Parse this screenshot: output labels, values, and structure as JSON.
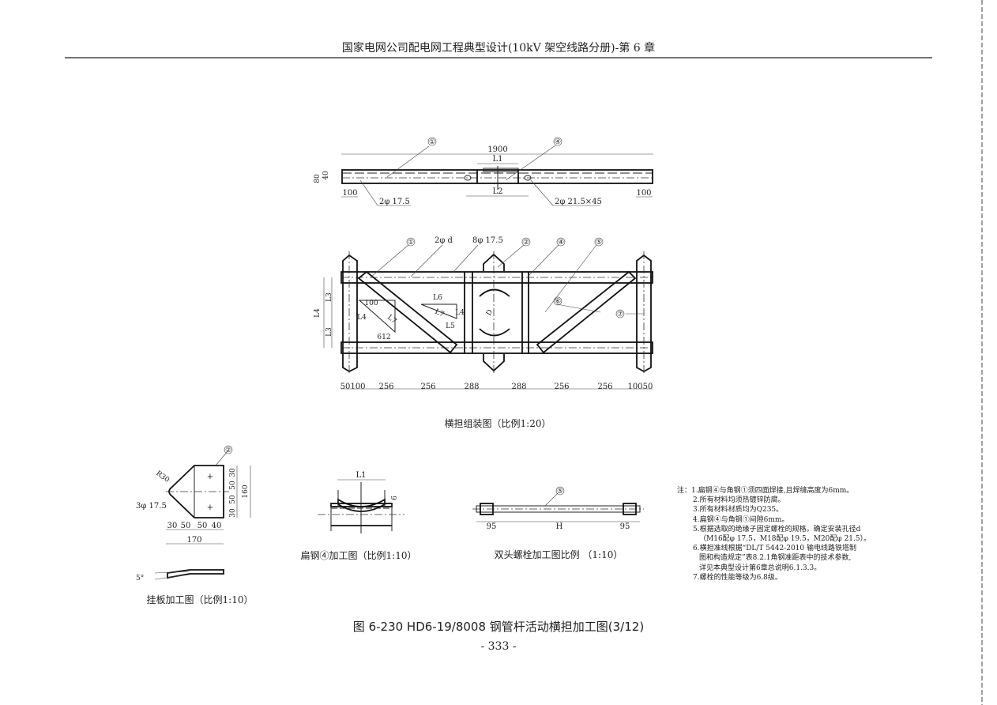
{
  "header": {
    "title": "国家电网公司配电网工程典型设计(10kV 架空线路分册)-第 6 章"
  },
  "top_view": {
    "callouts": [
      "①",
      "④"
    ],
    "dims": {
      "overall": "1900",
      "l1": "L1",
      "l2": "L2",
      "h80": "80",
      "h40": "40",
      "left": "100",
      "right": "100"
    },
    "holes_left": "2φ 17.5",
    "holes_right": "2φ 21.5×45"
  },
  "assembly": {
    "callouts": [
      "①",
      "②",
      "④",
      "⑤",
      "⑥",
      "⑦"
    ],
    "labels": {
      "holes_d": "2φ d",
      "holes": "8φ 17.5",
      "d": "D",
      "l3a": "L3",
      "l3b": "L3",
      "l4": "L4"
    },
    "gusset_left": {
      "top": "100",
      "side": "L4",
      "diag": "L7",
      "bottom": "612"
    },
    "gusset_right": {
      "top": "L6",
      "diag": "L7",
      "side": "L4",
      "bottom": "L5"
    },
    "bottom_dims": [
      "50",
      "100",
      "256",
      "256",
      "288",
      "288",
      "256",
      "256",
      "100",
      "50"
    ],
    "title": "横担组装图（比例1:20）"
  },
  "hanging_plate": {
    "callout": "②",
    "radius": "R30",
    "holes": "3φ 17.5",
    "v_dims": [
      "30",
      "50",
      "50",
      "30"
    ],
    "v_total": "160",
    "h_dims": [
      "30",
      "50",
      "50",
      "40"
    ],
    "h_total": "170",
    "angle": "5°",
    "title": "挂板加工图（比例1:10）"
  },
  "flat_steel": {
    "l1": "L1",
    "thick": "6",
    "title": "扁钢④加工图（比例1:10）"
  },
  "bolt": {
    "callout": "⑤",
    "left": "95",
    "mid": "H",
    "right": "95",
    "title": "双头螺栓加工图比例 （1:10）"
  },
  "notes": {
    "label": "注：",
    "items": [
      "1.扁钢④与角钢①须四面焊接,且焊缝高度为6mm。",
      "2.所有材料均须热镀锌防腐。",
      "3.所有材料材质均为Q235。",
      "4.扁钢④与角钢①间隙6mm。",
      "5.根据选取的绝缘子固定螺栓的规格，确定安装孔径d",
      "（M16配φ 17.5，M18配φ 19.5，M20配φ 21.5）。",
      "6.横担准线根据“DL/T 5442-2010 输电线路铁塔制",
      "图和构造规定”表8.2.1角钢准距表中的技术参数,",
      "详见本典型设计第6章总说明6.1.3.3。",
      "7.螺栓的性能等级为6.8级。"
    ]
  },
  "caption": "图 6-230   HD6-19/8008 钢管杆活动横担加工图(3/12)",
  "page_number": "- 333 -"
}
